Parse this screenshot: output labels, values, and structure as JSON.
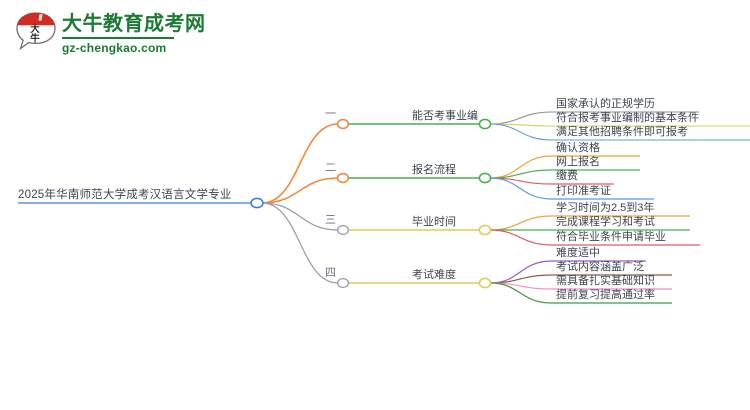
{
  "header": {
    "logo_icon": "speech-bubble-logo",
    "brand_title": "大牛教育成考网",
    "brand_domain": "gz-chengkao.com",
    "brand_color": "#1c7a35",
    "logo_accent_color": "#d12b24"
  },
  "mindmap": {
    "root": {
      "label": "2025年华南师范大学成考汉语言文学专业",
      "node_color": "#3a7fd5",
      "underline_color": "#3a7fd5"
    },
    "branches": [
      {
        "numeral": "一",
        "label": "能否考事业编",
        "trunk_color": "#f0883c",
        "node_color": "#f0883c",
        "mid_node_color": "#4caf50",
        "connector_color": "#4caf50",
        "leaves": [
          {
            "label": "国家承认的正规学历",
            "color": "#8b8f96"
          },
          {
            "label": "符合报考事业编制的基本条件",
            "color": "#d9cf55"
          },
          {
            "label": "满足其他招聘条件即可报考",
            "color": "#5b9bd5"
          }
        ]
      },
      {
        "numeral": "二",
        "label": "报名流程",
        "trunk_color": "#f0883c",
        "node_color": "#f0883c",
        "mid_node_color": "#4caf50",
        "connector_color": "#4caf50",
        "leaves": [
          {
            "label": "确认资格",
            "color": "#f0a03c"
          },
          {
            "label": "网上报名",
            "color": "#4caf50"
          },
          {
            "label": "缴费",
            "color": "#e05a6a"
          },
          {
            "label": "打印准考证",
            "color": "#5b9bd5"
          }
        ]
      },
      {
        "numeral": "三",
        "label": "毕业时间",
        "trunk_color": "#9aa0a8",
        "node_color": "#9aa0a8",
        "mid_node_color": "#d9cf55",
        "connector_color": "#d9cf55",
        "leaves": [
          {
            "label": "学习时间为2.5到3年",
            "color": "#f0a03c"
          },
          {
            "label": "完成课程学习和考试",
            "color": "#4caf50"
          },
          {
            "label": "符合毕业条件申请毕业",
            "color": "#e05a6a"
          }
        ]
      },
      {
        "numeral": "四",
        "label": "考试难度",
        "trunk_color": "#9aa0a8",
        "node_color": "#9aa0a8",
        "mid_node_color": "#d9cf55",
        "connector_color": "#d9cf55",
        "leaves": [
          {
            "label": "难度适中",
            "color": "#9b59d0"
          },
          {
            "label": "考试内容涵盖广泛",
            "color": "#8a5a3c"
          },
          {
            "label": "需具备扎实基础知识",
            "color": "#f08cc8"
          },
          {
            "label": "提前复习提高通过率",
            "color": "#3f9b45"
          }
        ]
      }
    ]
  }
}
